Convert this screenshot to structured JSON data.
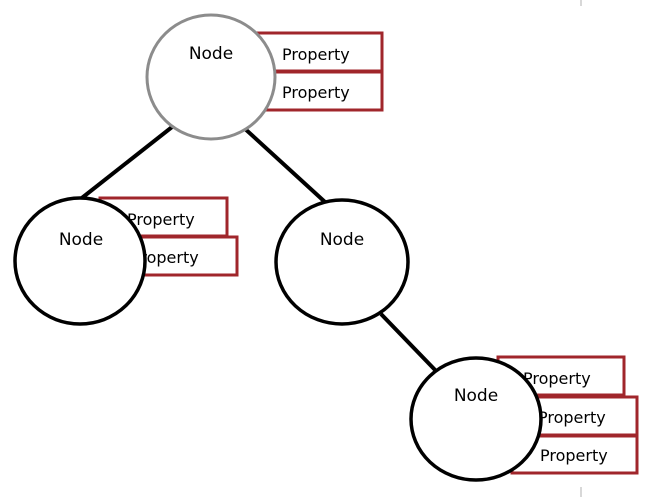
{
  "diagram": {
    "colors": {
      "edge": "#000000",
      "root_node_stroke": "#8c8c8c",
      "node_stroke": "#000000",
      "node_fill": "#ffffff",
      "property_border": "#a0262b",
      "property_fill": "#ffffff",
      "text": "#000000"
    },
    "nodes": [
      {
        "label": "Node",
        "properties": [
          "Property",
          "Property"
        ]
      },
      {
        "label": "Node",
        "properties": [
          "Property",
          "Property"
        ]
      },
      {
        "label": "Node",
        "properties": []
      },
      {
        "label": "Node",
        "properties": [
          "Property",
          "Property",
          "Property"
        ]
      }
    ],
    "edges": [
      {
        "from": 0,
        "to": 1
      },
      {
        "from": 0,
        "to": 2
      },
      {
        "from": 2,
        "to": 3
      }
    ]
  }
}
